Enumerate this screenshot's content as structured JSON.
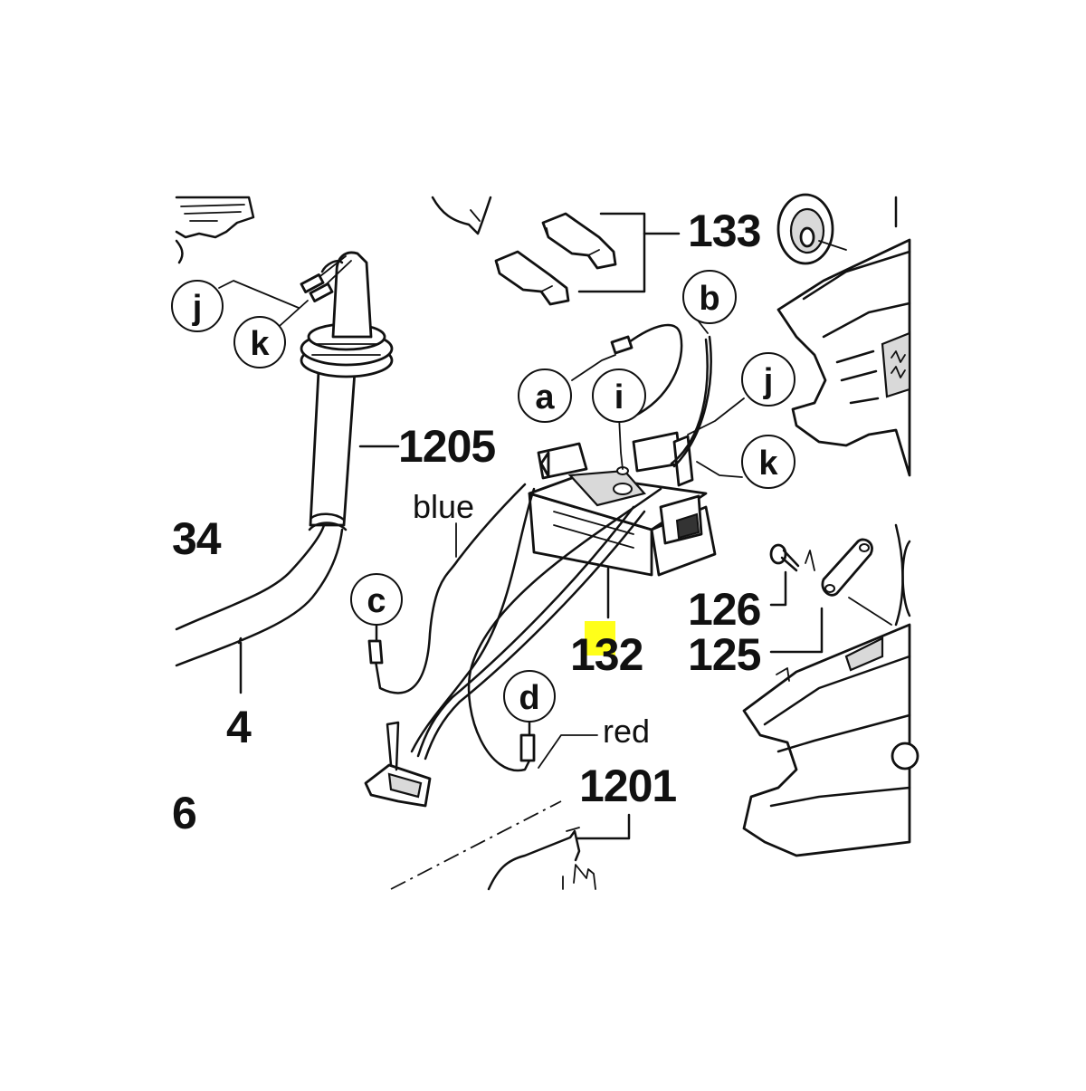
{
  "callouts": {
    "n133": "133",
    "n1205": "1205",
    "n34": "34",
    "n4": "4",
    "n6": "6",
    "n132": "132",
    "n126": "126",
    "n125": "125",
    "n1201": "1201"
  },
  "letters": {
    "j_left": "j",
    "k_left": "k",
    "a": "a",
    "i": "i",
    "b": "b",
    "j_right": "j",
    "k_right": "k",
    "c": "c",
    "d": "d"
  },
  "wire_labels": {
    "blue": "blue",
    "red": "red"
  },
  "highlight_color": "#ffff1a"
}
